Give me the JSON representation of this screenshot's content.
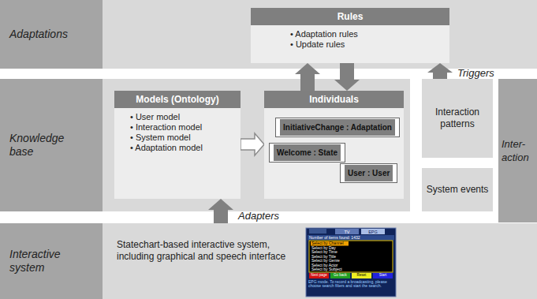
{
  "diagram": {
    "nodes": [
      {
        "text": [
          "Adaptations"
        ]
      },
      {
        "text": [
          "Rules",
          "• Adaptation rules",
          "• Update rules"
        ]
      },
      {
        "text": [
          "Knowledge base"
        ]
      },
      {
        "text": [
          "Models (Ontology)",
          "• User model",
          "• Interaction model",
          "• System model",
          "• Adaptation model"
        ]
      },
      {
        "text": [
          "Individuals"
        ]
      },
      {
        "text": [
          "InitiativeChange : Adaptation"
        ],
        "in": 4
      },
      {
        "text": [
          "Welcome : State"
        ],
        "in": 4
      },
      {
        "text": [
          "User : User"
        ],
        "in": 4
      },
      {
        "text": [
          "Interaction patterns"
        ]
      },
      {
        "text": [
          "System events"
        ]
      },
      {
        "text": [
          "Inter- action"
        ]
      },
      {
        "text": [
          "Interactive system"
        ]
      },
      {
        "text": [
          "Statechart-based interactive system, including graphical and speech interface"
        ]
      }
    ],
    "edges": [
      {
        "from": 3,
        "to": 4,
        "arrow": "to"
      },
      {
        "from": 4,
        "to": 1,
        "arrow": "to"
      },
      {
        "from": 1,
        "to": 4,
        "arrow": "to"
      },
      {
        "from": 8,
        "to": 1,
        "arrow": "to",
        "label": "Triggers"
      },
      {
        "from": 12,
        "to": 3,
        "arrow": "to",
        "label": "Adapters"
      }
    ],
    "labels": [
      "TV",
      "EPG",
      "Number of items found: 1432",
      "Select by Channel",
      "Select by Day",
      "Select by Time",
      "Select by Title",
      "Select by Genre",
      "Select by Actor",
      "Select by Subject",
      "Next page",
      "Go back",
      "Reset",
      "Start",
      "EPG mode. To record a broadcasting, please choose search filters and start the search."
    ]
  }
}
